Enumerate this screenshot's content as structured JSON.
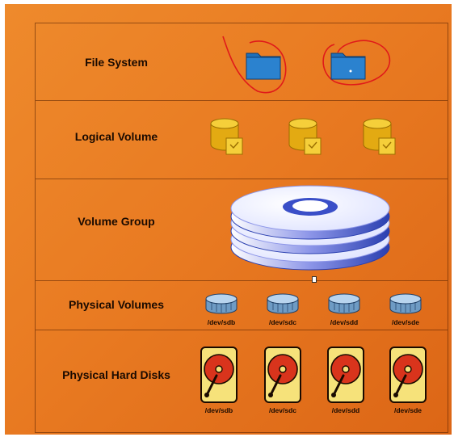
{
  "layers": [
    {
      "key": "fs",
      "label": "File System"
    },
    {
      "key": "lv",
      "label": "Logical Volume"
    },
    {
      "key": "vg",
      "label": "Volume Group"
    },
    {
      "key": "pv",
      "label": "Physical Volumes",
      "devices": [
        "/dev/sdb",
        "/dev/sdc",
        "/dev/sdd",
        "/dev/sde"
      ]
    },
    {
      "key": "hd",
      "label": "Physical Hard Disks",
      "devices": [
        "/dev/sdb",
        "/dev/sdc",
        "/dev/sdd",
        "/dev/sde"
      ]
    }
  ],
  "icons": {
    "fs": "folder-icon",
    "lv": "database-icon",
    "vg": "disk-stack-icon",
    "pv": "disk-cylinder-icon",
    "hd": "hard-disk-icon"
  },
  "colors": {
    "background": "#e97b22",
    "folder": "#1e6fb8",
    "annotation": "#e01a1a",
    "database": "#f0c419",
    "disk": "#2a3fb0",
    "hard_disk": "#f6e27a"
  }
}
